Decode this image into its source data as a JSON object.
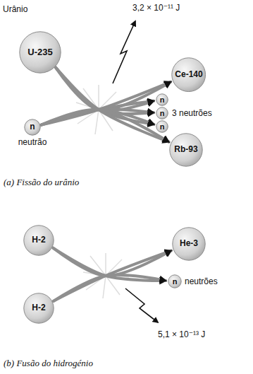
{
  "diagram": {
    "nodes": [
      {
        "text": [
          "Urânio",
          "U-235"
        ]
      },
      {
        "text": [
          "n",
          "neutrão"
        ]
      },
      {
        "text": [
          "Ce-140"
        ]
      },
      {
        "text": [
          "n"
        ]
      },
      {
        "text": [
          "n"
        ]
      },
      {
        "text": [
          "n"
        ]
      },
      {
        "text": [
          "Rb-93"
        ]
      },
      {
        "text": [
          "H-2"
        ]
      },
      {
        "text": [
          "H-2"
        ]
      },
      {
        "text": [
          "He-3"
        ]
      },
      {
        "text": [
          "n",
          "neutrões"
        ]
      }
    ],
    "edges": [
      {
        "from": 0,
        "to": 2,
        "arrow": "to"
      },
      {
        "from": 0,
        "to": 3,
        "arrow": "to"
      },
      {
        "from": 0,
        "to": 4,
        "arrow": "to"
      },
      {
        "from": 0,
        "to": 5,
        "arrow": "to"
      },
      {
        "from": 0,
        "to": 6,
        "arrow": "to"
      },
      {
        "from": 1,
        "to": 2,
        "arrow": "to"
      },
      {
        "from": 1,
        "to": 3,
        "arrow": "to"
      },
      {
        "from": 1,
        "to": 4,
        "arrow": "to"
      },
      {
        "from": 1,
        "to": 5,
        "arrow": "to"
      },
      {
        "from": 1,
        "to": 6,
        "arrow": "to"
      },
      {
        "from": 7,
        "to": 9,
        "arrow": "to"
      },
      {
        "from": 7,
        "to": 10,
        "arrow": "to"
      },
      {
        "from": 8,
        "to": 9,
        "arrow": "to"
      },
      {
        "from": 8,
        "to": 10,
        "arrow": "to"
      }
    ],
    "labels": [
      "3,2 × 10⁻¹¹ J",
      "3 neutrões",
      "(a) Fissão do urânio",
      "5,1 × 10⁻¹³ J",
      "(b) Fusão do hidrogénio"
    ]
  }
}
